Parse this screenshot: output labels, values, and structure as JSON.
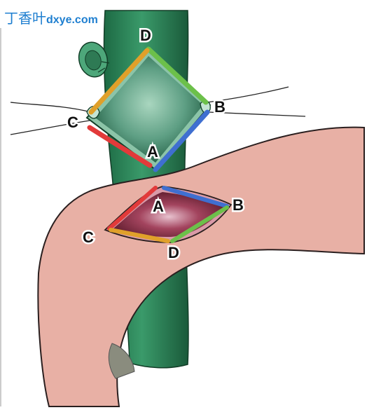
{
  "watermark": {
    "cn": "丁香叶",
    "domain": "dxye.com"
  },
  "labels": {
    "top_D": "D",
    "top_B": "B",
    "top_C": "C",
    "top_A": "A",
    "bot_A": "A",
    "bot_B": "B",
    "bot_C": "C",
    "bot_D": "D"
  },
  "colors": {
    "esophagus": "#2f8a5c",
    "esophagus_dark": "#1b5a3a",
    "stomach": "#e8b0a5",
    "stomach_outline": "#2a1f1f",
    "edge_DB": "#6cc04a",
    "edge_BA": "#3f6fd0",
    "edge_AC": "#e23a3a",
    "edge_CD": "#e0a02a"
  }
}
